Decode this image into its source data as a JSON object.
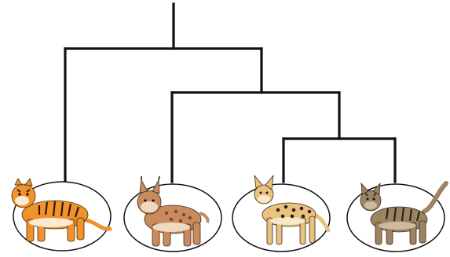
{
  "tree": {
    "leaves": [
      {
        "id": "tiger",
        "icon": "tiger-icon",
        "colors": {
          "body": "#F2922B",
          "stripe": "#2A1A10",
          "belly": "#FBEBD3"
        }
      },
      {
        "id": "lynx",
        "icon": "lynx-icon",
        "colors": {
          "body": "#C98B5E",
          "stripe": "#7A4A2B",
          "belly": "#EFD9C0"
        }
      },
      {
        "id": "serval",
        "icon": "serval-icon",
        "colors": {
          "body": "#E9C27F",
          "stripe": "#2B2118",
          "belly": "#F7E8C8"
        }
      },
      {
        "id": "domestic-cat",
        "icon": "tabby-cat-icon",
        "colors": {
          "body": "#9C8364",
          "stripe": "#2E2419",
          "belly": "#CDBB9F"
        }
      }
    ],
    "line_color": "#111111"
  }
}
